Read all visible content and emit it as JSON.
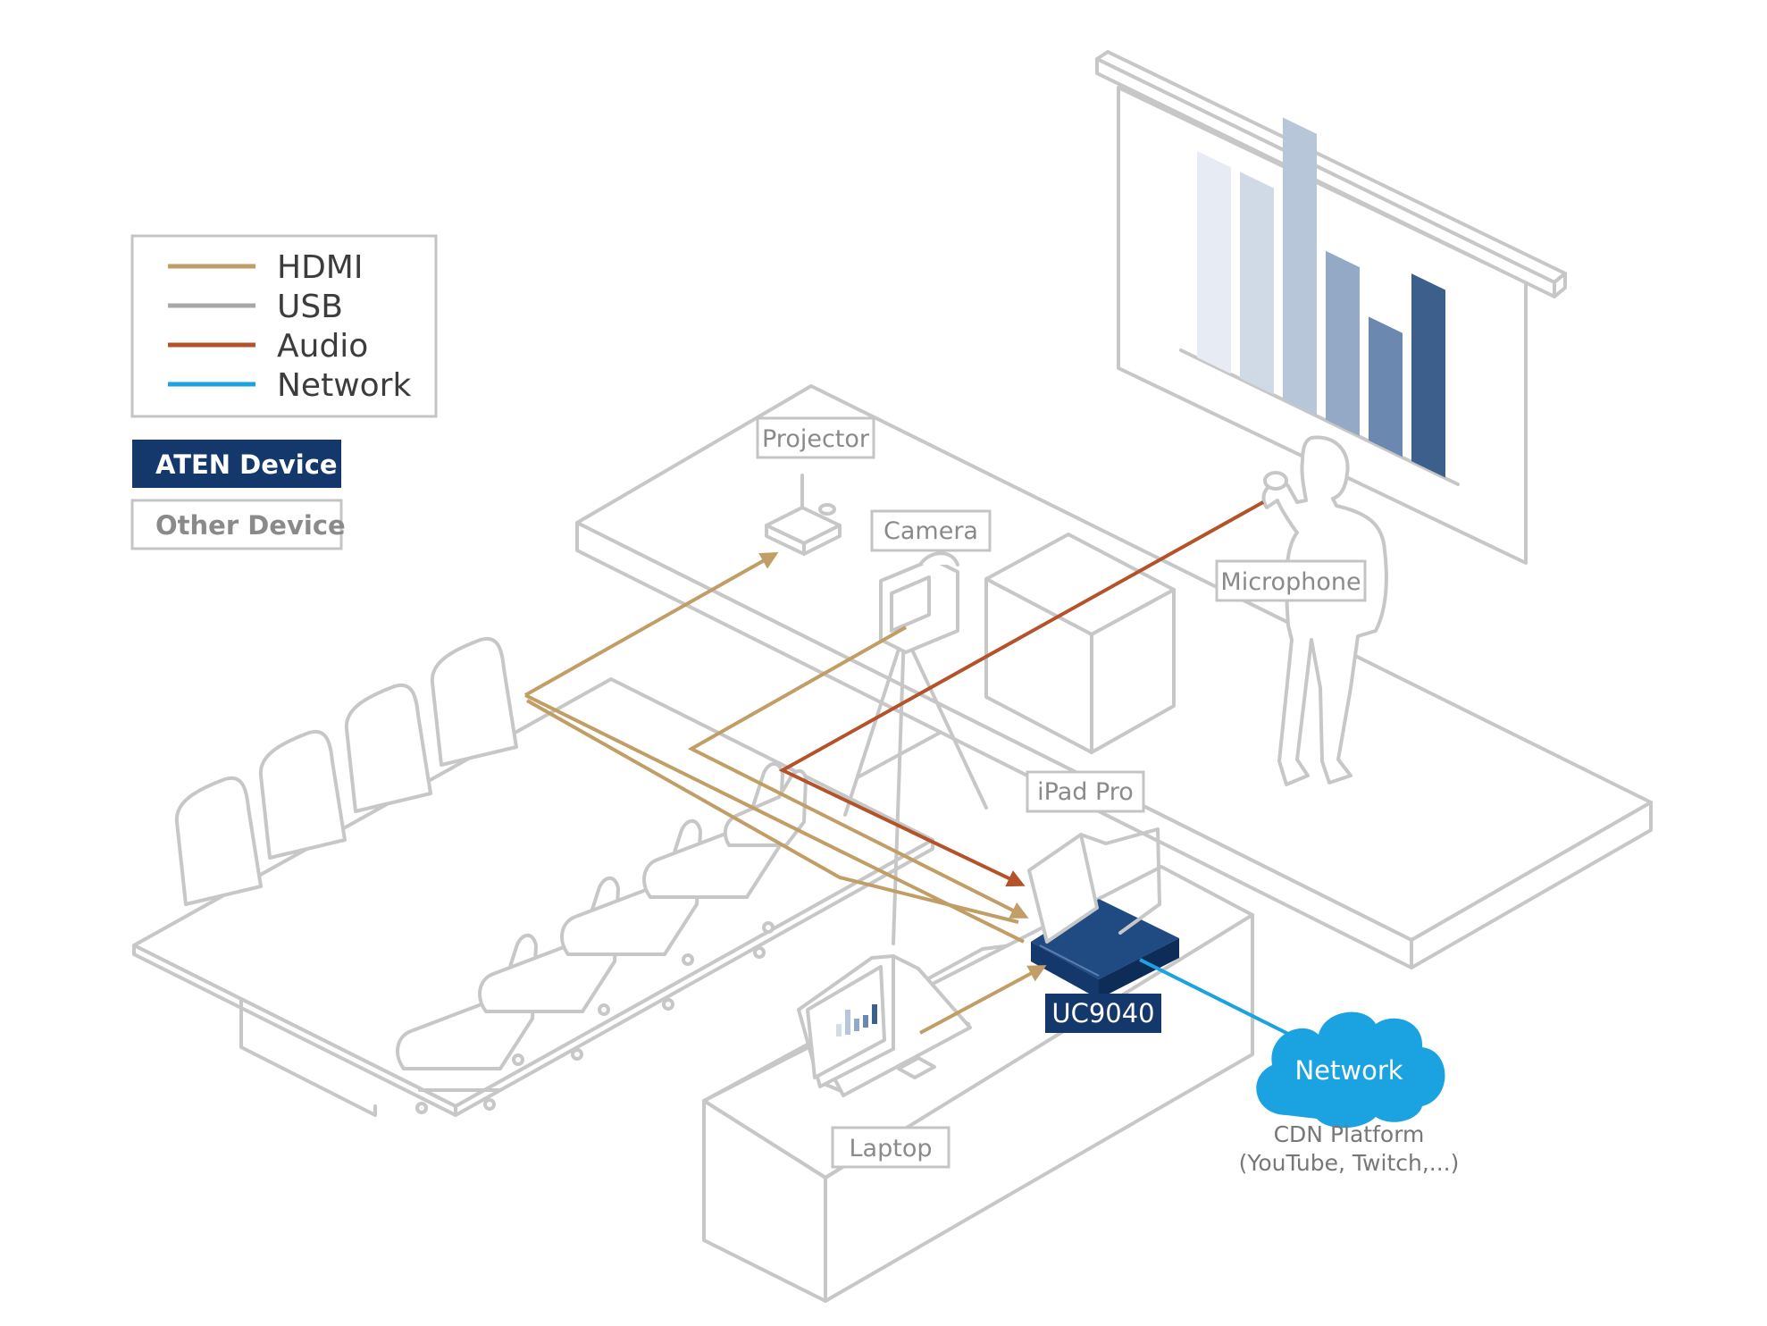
{
  "legend": {
    "items": [
      {
        "label": "HDMI",
        "color": "#c19e66"
      },
      {
        "label": "USB",
        "color": "#a8a8a8"
      },
      {
        "label": "Audio",
        "color": "#b4532a"
      },
      {
        "label": "Network",
        "color": "#1aa3e0"
      }
    ],
    "aten_device": "ATEN Device",
    "other_device": "Other Device"
  },
  "colors": {
    "aten_navy": "#14386b",
    "outline_gray": "#c7c7c7",
    "chart_bars": [
      "#e7ecf4",
      "#d0d9e6",
      "#b7c6d9",
      "#93a9c5",
      "#6a88b0",
      "#3d5f8c"
    ]
  },
  "labels": {
    "projector": "Projector",
    "camera": "Camera",
    "microphone": "Microphone",
    "ipad": "iPad Pro",
    "uc9040": "UC9040",
    "laptop": "Laptop",
    "network": "Network",
    "cdn_line1": "CDN Platform",
    "cdn_line2": "(YouTube, Twitch,...)"
  },
  "screen_chart": {
    "values": [
      5.5,
      5.5,
      7.5,
      4.5,
      3.3,
      5.0
    ]
  }
}
